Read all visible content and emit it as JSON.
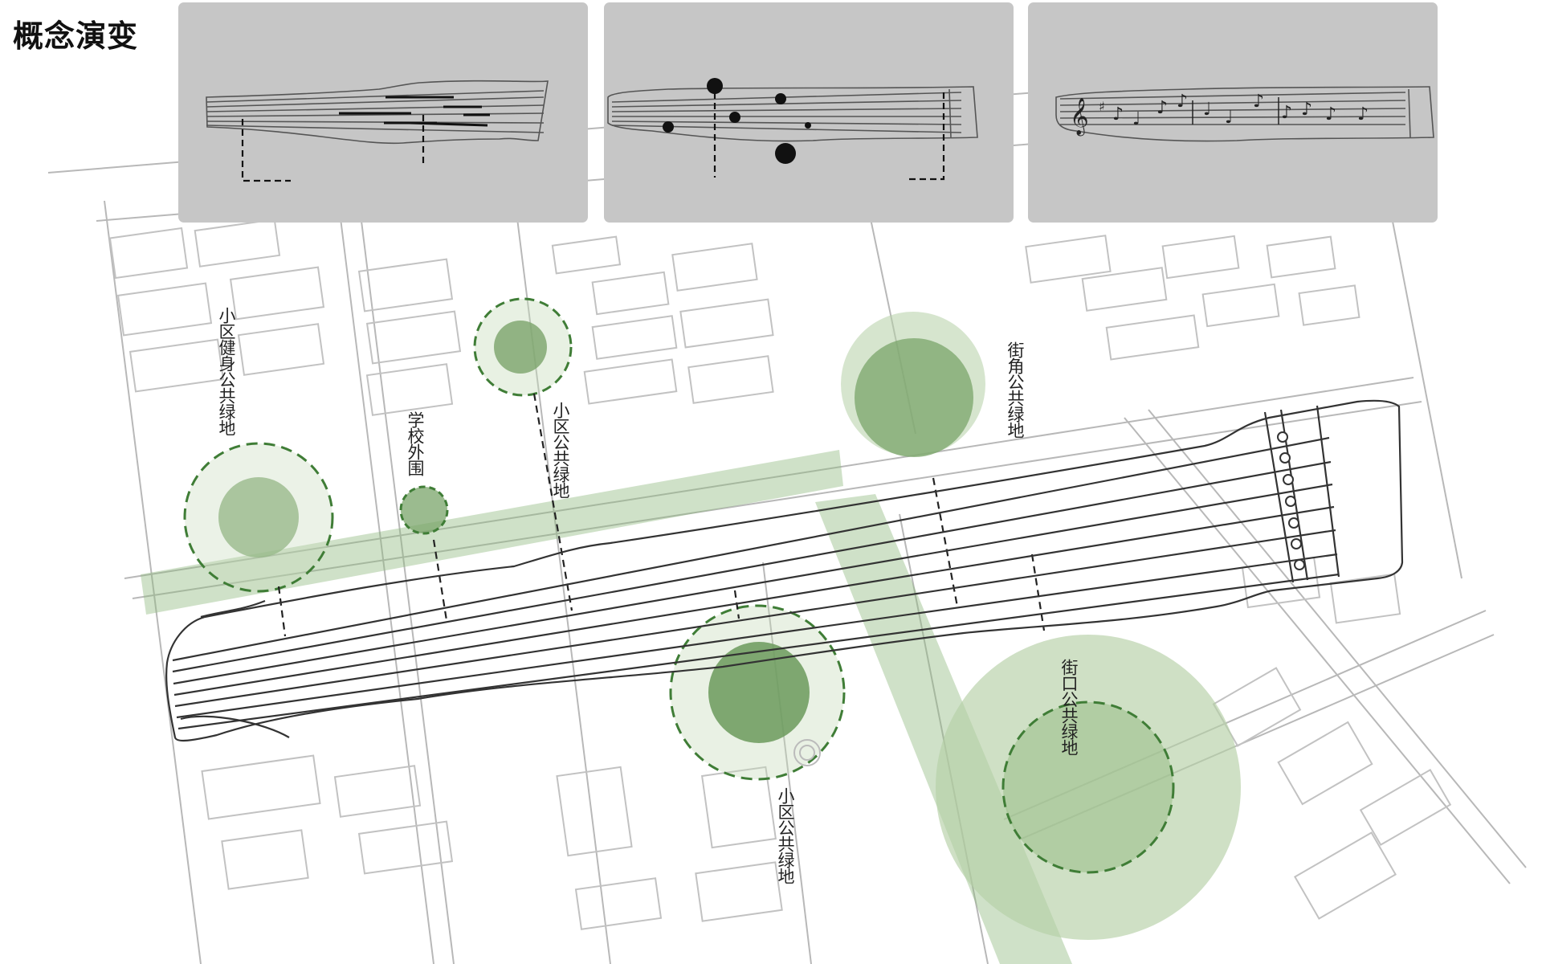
{
  "title": "概念演变",
  "labels": {
    "community_fitness": "小区健身公共绿地",
    "school_periphery": "学校外围",
    "community_green_1": "小区公共绿地",
    "street_corner": "街角公共绿地",
    "community_green_2": "小区公共绿地",
    "street_entrance": "街口公共绿地"
  },
  "colors": {
    "panel_bg": "#c6c6c6",
    "green_dark": "#7aa46a",
    "green_light": "#c5dbb9",
    "dashed_ring": "#3f7d36",
    "street_lines": "#b3b3b3",
    "guqin_outline": "#333333"
  }
}
